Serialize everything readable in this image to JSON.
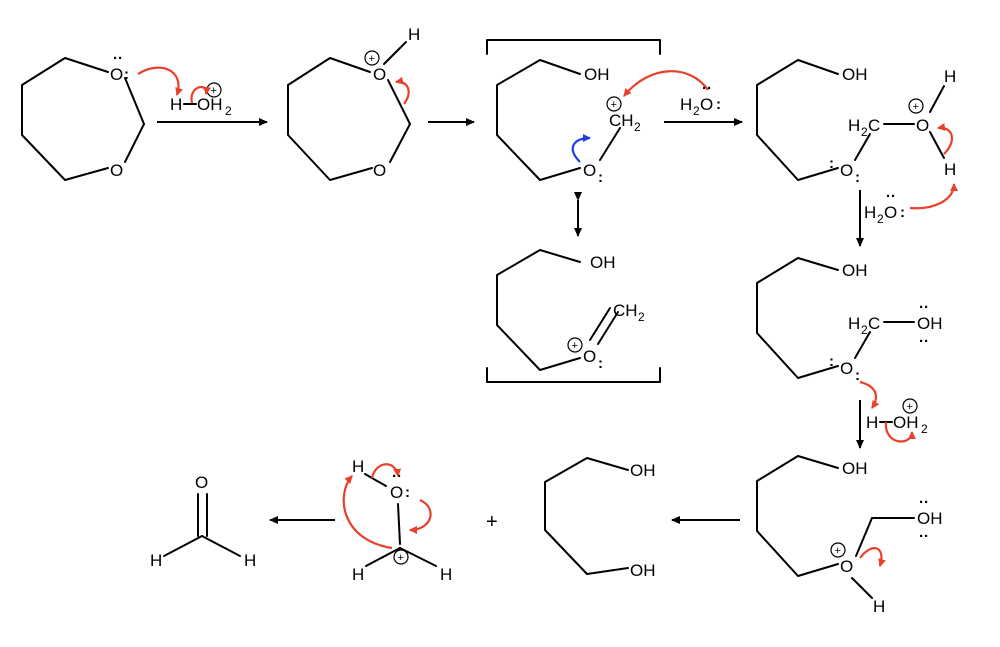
{
  "colors": {
    "bond": "#000000",
    "arrow_red": "#e8402a",
    "arrow_blue": "#1f3fe0",
    "background": "#ffffff"
  },
  "labels": {
    "O": "O",
    "H": "H",
    "OH": "OH",
    "OH2": "OH",
    "two": "2",
    "CH2": "CH",
    "H2C": "H",
    "H2C_c": "C",
    "H2O_h": "H",
    "H2O_o": "O",
    "lone_pair": ":",
    "lone_pair_top": "··",
    "plus": "+",
    "charge_plus": "+"
  }
}
